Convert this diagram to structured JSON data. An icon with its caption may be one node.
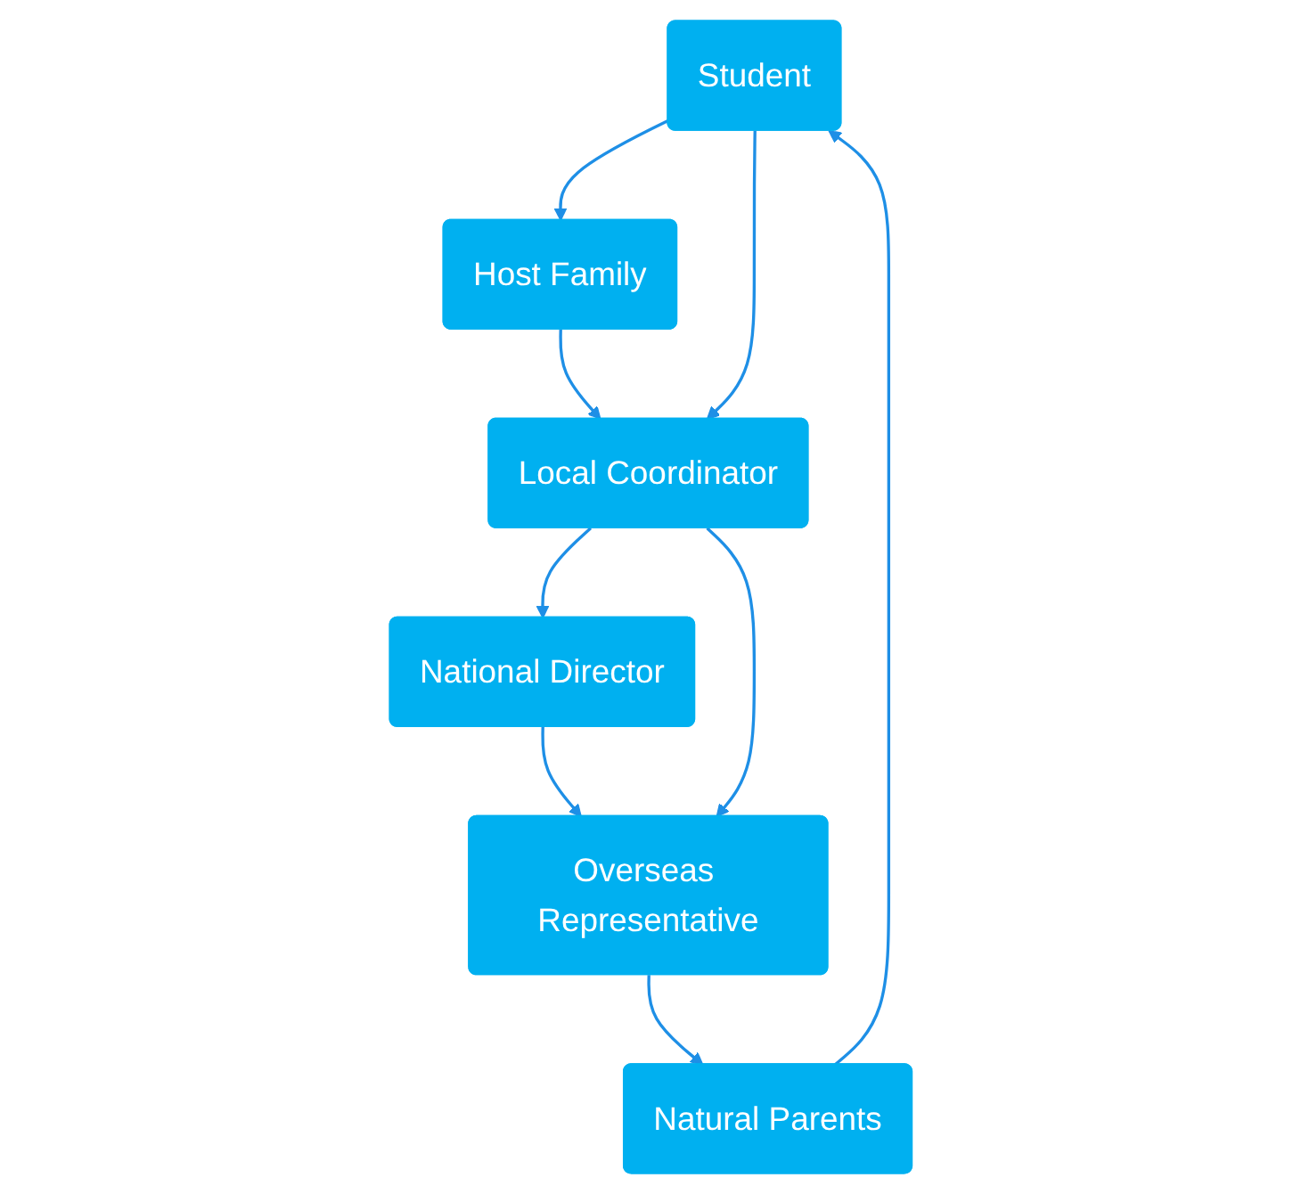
{
  "diagram": {
    "nodes": [
      {
        "text": [
          "Student"
        ]
      },
      {
        "text": [
          "Host Family"
        ]
      },
      {
        "text": [
          "Local Coordinator"
        ]
      },
      {
        "text": [
          "National Director"
        ]
      },
      {
        "text": [
          "Overseas Representative"
        ]
      },
      {
        "text": [
          "Natural Parents"
        ]
      }
    ],
    "edges": [
      {
        "from": 0,
        "to": 1,
        "arrow": "to"
      },
      {
        "from": 1,
        "to": 2,
        "arrow": "to"
      },
      {
        "from": 0,
        "to": 2,
        "arrow": "to"
      },
      {
        "from": 2,
        "to": 3,
        "arrow": "to"
      },
      {
        "from": 3,
        "to": 4,
        "arrow": "to"
      },
      {
        "from": 2,
        "to": 4,
        "arrow": "to"
      },
      {
        "from": 4,
        "to": 5,
        "arrow": "to"
      },
      {
        "from": 5,
        "to": 0,
        "arrow": "to"
      }
    ]
  }
}
